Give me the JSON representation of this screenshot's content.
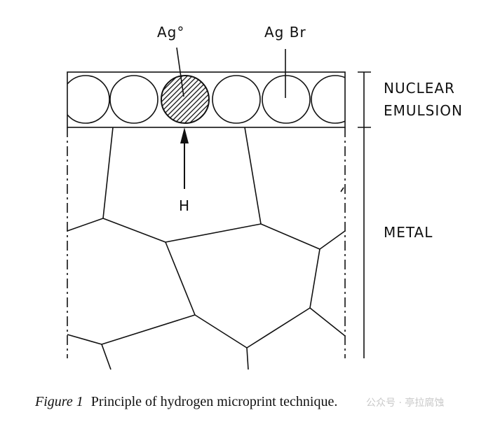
{
  "labels": {
    "ag0": "Ag°",
    "agbr": "Ag Br",
    "h": "H",
    "nuclear": "NUCLEAR",
    "emulsion": "EMULSION",
    "metal": "METAL"
  },
  "caption": {
    "figure": "Figure 1",
    "text": "Principle of hydrogen microprint technique."
  },
  "watermark": "公众号 · 亭拉腐蚀"
}
